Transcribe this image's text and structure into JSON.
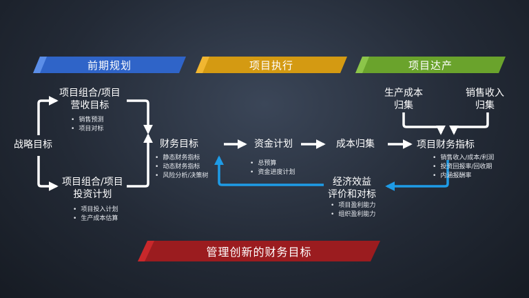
{
  "phases": [
    {
      "label": "前期规划",
      "color": "#2f64c8",
      "accent": "#5b8ee8"
    },
    {
      "label": "项目执行",
      "color": "#d49a12",
      "accent": "#f1b631"
    },
    {
      "label": "项目达产",
      "color": "#6aa32c",
      "accent": "#8cc54a"
    }
  ],
  "nodes": {
    "strategy": "战略目标",
    "portfolio_revenue": [
      "项目组合/项目",
      "营收目标"
    ],
    "portfolio_investment": [
      "项目组合/项目",
      "投资计划"
    ],
    "financial_target": "财务目标",
    "funding_plan": "资金计划",
    "cost_collection": "成本归集",
    "production_cost": [
      "生产成本",
      "归集"
    ],
    "sales_revenue": [
      "销售收入",
      "归集"
    ],
    "project_financial": "项目财务指标",
    "evaluation": [
      "经济效益",
      "评价和对标"
    ]
  },
  "bullets": {
    "revenue": [
      "销售预测",
      "项目对标"
    ],
    "investment": [
      "项目投入计划",
      "生产成本估算"
    ],
    "financial": [
      "静态财务指标",
      "动态财务指标",
      "风险分析/决策树"
    ],
    "funding": [
      "总预算",
      "资金进度计划"
    ],
    "project_fin": [
      "销售收入/成本/利润",
      "投资回报率/回收期",
      "内涵报酬率"
    ],
    "evaluation": [
      "项目盈利能力",
      "组织盈利能力"
    ]
  },
  "footer": {
    "label": "管理创新的财务目标",
    "color": "#9b1c1f",
    "accent": "#c8282b"
  },
  "colors": {
    "arrow": "#ffffff",
    "feedback_arrow": "#1e9be6"
  }
}
